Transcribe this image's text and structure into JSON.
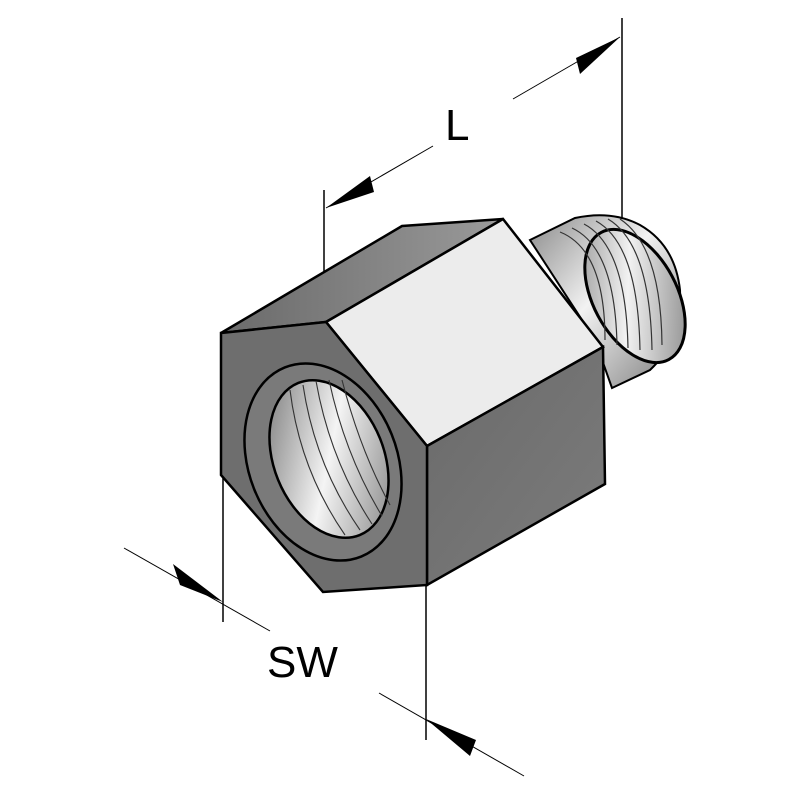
{
  "diagram": {
    "subject": "hex adapter fitting",
    "colors": {
      "background": "#ffffff",
      "outline": "#000000",
      "hex_front": "#6e6e6e",
      "hex_top": "#7a7a7a",
      "hex_flat_light": "#ececec",
      "hex_side": "#707070",
      "thread": "#a8a8a8"
    },
    "dimensions": {
      "length": {
        "label": "L"
      },
      "wrench_size": {
        "label": "SW"
      }
    }
  }
}
